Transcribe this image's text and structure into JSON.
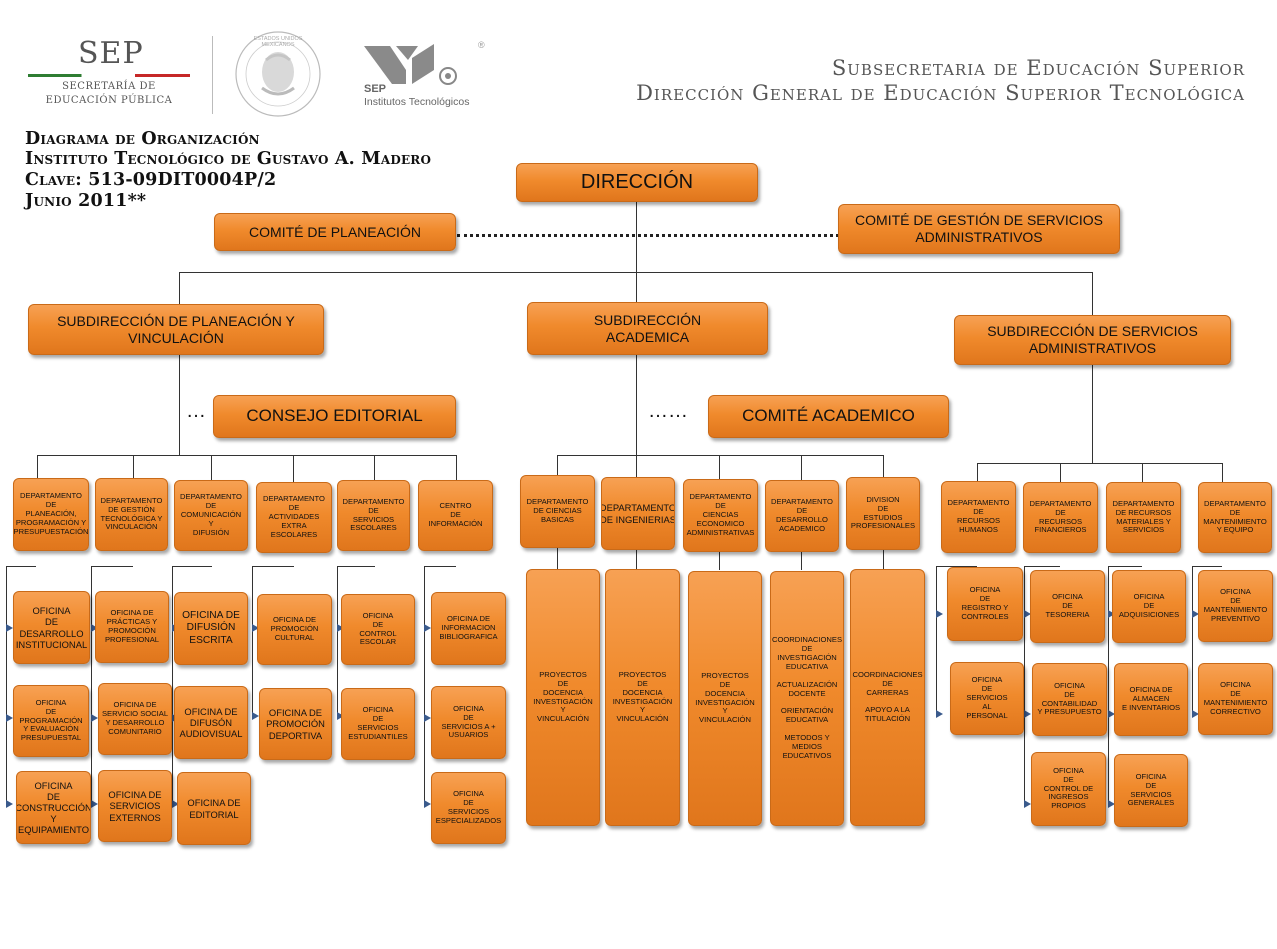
{
  "header": {
    "sep_logo": "SEP",
    "sep_line1": "SECRETARÍA DE",
    "sep_line2": "EDUCACIÓN PÚBLICA",
    "seal_text": "ESTADOS UNIDOS MEXICANOS",
    "tec_logo_sep": "SEP",
    "tec_logo_text": "Institutos Tecnológicos",
    "registered": "®",
    "title_line1": "Subsecretaria de Educación Superior",
    "title_line2": "Dirección General de Educación Superior Tecnológica"
  },
  "diagram_info": {
    "line1": "Diagrama de Organización",
    "line2": "Instituto Tecnológico de Gustavo A. Madero",
    "line3": "Clave: 513-09DIT0004P/2",
    "line4": "Junio 2011**"
  },
  "top": {
    "direccion": "DIRECCIÓN",
    "comite_planeacion": "COMITÉ DE PLANEACIÓN",
    "comite_gestion": "COMITÉ DE GESTIÓN DE SERVICIOS\nADMINISTRATIVOS",
    "dots_short": "…",
    "dots_long": "……"
  },
  "subdirecciones": {
    "planeacion": "SUBDIRECCIÓN DE  PLANEACIÓN Y\nVINCULACIÓN",
    "academica": "SUBDIRECCIÓN\nACADEMICA",
    "servicios": "SUBDIRECCIÓN DE SERVICIOS\nADMINISTRATIVOS",
    "consejo_editorial": "CONSEJO EDITORIAL",
    "comite_academico": "COMITÉ  ACADEMICO"
  },
  "departments": [
    "DEPARTAMENTO\nDE\nPLANEACIÓN,\nPROGRAMACIÓN Y\nPRESUPUESTACIÓN",
    "DEPARTAMENTO\nDE GESTIÓN\nTECNOLÓGICA Y\nVINCULACIÓN",
    "DEPARTAMENTO\nDE\nCOMUNICACIÓN\nY\nDIFUSIÓN",
    "DEPARTAMENTO DE\nACTIVIDADES\nEXTRA ESCOLARES",
    "DEPARTAMENTO\nDE\nSERVICIOS\nESCOLARES",
    "CENTRO\nDE\nINFORMACIÓN",
    "DEPARTAMENTO\nDE CIENCIAS\nBASICAS",
    "DEPARTAMENTO\nDE INGENIERIAS",
    "DEPARTAMENTO\nDE\nCIENCIAS\nECONOMICO\nADMINISTRATIVAS",
    "DEPARTAMENTO\nDE\nDESARROLLO\nACADEMICO",
    "DIVISION\nDE\nESTUDIOS\nPROFESIONALES",
    "DEPARTAMENTO\nDE\nRECURSOS\nHUMANOS",
    "DEPARTAMENTO\nDE\nRECURSOS\nFINANCIEROS",
    "DEPARTAMENTO\nDE RECURSOS\nMATERIALES Y\nSERVICIOS",
    "DEPARTAMENTO DE\nMANTENIMIENTO\nY EQUIPO"
  ],
  "offices": [
    "OFICINA\nDE\nDESARROLLO\nINSTITUCIONAL",
    "OFICINA\nDE\nPROGRAMACIÓN\nY EVALUACIÓN\nPRESUPUESTAL",
    "OFICINA\nDE\nCONSTRUCCIÓN\nY\nEQUIPAMIENTO",
    "OFICINA DE\nPRÁCTICAS Y\nPROMOCIÓN\nPROFESIONAL",
    "OFICINA DE\nSERVICIO SOCIAL\nY DESARROLLO\nCOMUNITARIO",
    "OFICINA DE\nSERVICIOS\nEXTERNOS",
    "OFICINA DE\nDIFUSIÓN\nESCRITA",
    "OFICINA DE\nDIFUSÓN\nAUDIOVISUAL",
    "OFICINA DE\nEDITORIAL",
    "OFICINA DE\nPROMOCIÓN\nCULTURAL",
    "OFICINA DE\nPROMOCIÓN\nDEPORTIVA",
    "OFICINA\nDE\nCONTROL\nESCOLAR",
    "OFICINA\nDE\nSERVICIOS\nESTUDIANTILES",
    "OFICINA DE\nINFORMACION\nBIBLIOGRAFICA",
    "OFICINA\nDE\nSERVICIOS A +\nUSUARIOS",
    "OFICINA\nDE\nSERVICIOS\nESPECIALIZADOS",
    "PROYECTOS\nDE\nDOCENCIA\nINVESTIGACIÓN\nY\nVINCULACIÓN",
    "PROYECTOS\nDE\nDOCENCIA\nINVESTIGACIÓN\nY\nVINCULACIÓN",
    "PROYECTOS\nDE\nDOCENCIA\nINVESTIGACIÓN\nY\nVINCULACIÓN",
    "COORDINACIONES\nDE\nINVESTIGACIÓN\nEDUCATIVA\n\nACTUALIZACIÓN\nDOCENTE\n\nORIENTACIÓN\nEDUCATIVA\n\nMETODOS Y\nMEDIOS\nEDUCATIVOS",
    "COORDINACIONES\nDE\nCARRERAS\n\nAPOYO  A LA\nTITULACIÓN",
    "OFICINA\nDE\nREGISTRO Y\nCONTROLES",
    "OFICINA\nDE\nSERVICIOS\nAL\nPERSONAL",
    "OFICINA\nDE\nTESORERIA",
    "OFICINA\nDE\nCONTABILIDAD\nY PRESUPUESTO",
    "OFICINA\nDE\nCONTROL DE\nINGRESOS\nPROPIOS",
    "OFICINA\nDE\nADQUISICIONES",
    "OFICINA DE\nALMACEN\nE INVENTARIOS",
    "OFICINA\nDE\nSERVICIOS\nGENERALES",
    "OFICINA\nDE\nMANTENIMIENTO\nPREVENTIVO",
    "OFICINA\nDE\nMANTENIMIENTO\nCORRECTIVO"
  ],
  "colors": {
    "box": "#f08a2c",
    "border": "#c96a18",
    "arrow": "#3a5a8c",
    "line": "#333333"
  }
}
